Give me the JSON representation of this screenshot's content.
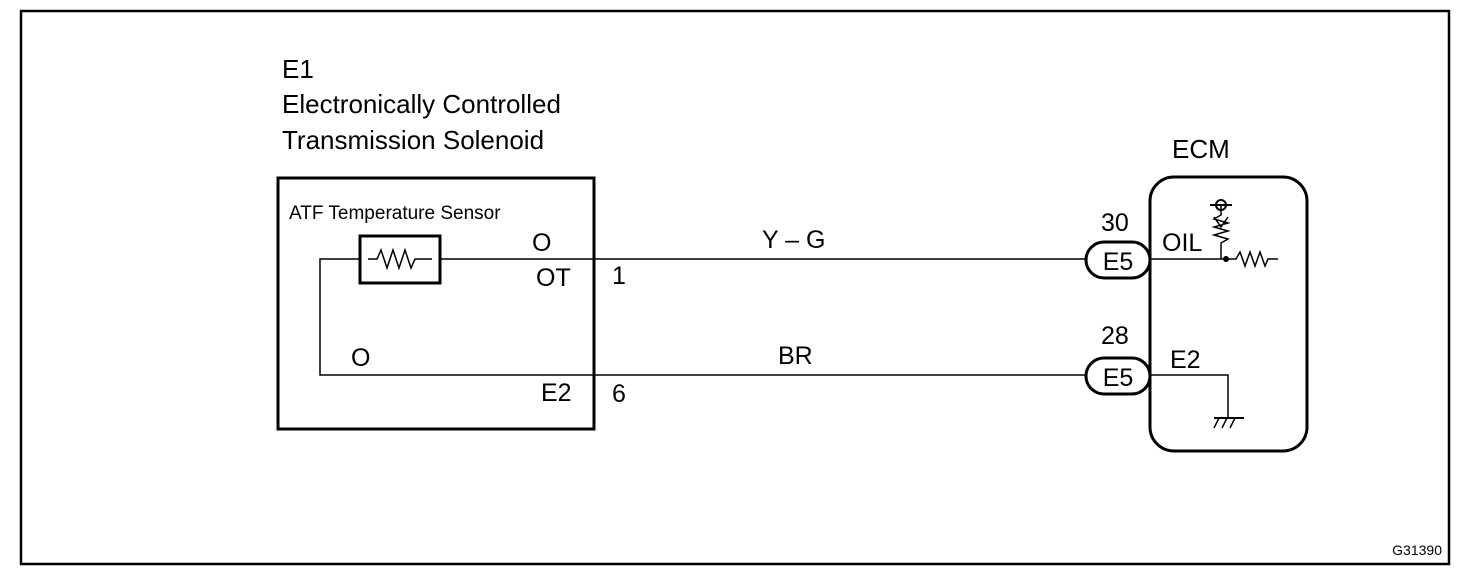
{
  "component": {
    "code": "E1",
    "name_line1": "Electronically Controlled",
    "name_line2": "Transmission Solenoid",
    "sensor_label": "ATF Temperature Sensor",
    "pin_top_marker": "O",
    "pin_top_name": "OT",
    "pin_bottom_marker": "O",
    "pin_bottom_name": "E2",
    "pin_top_number": "1",
    "pin_bottom_number": "6"
  },
  "wires": {
    "top_color": "Y – G",
    "bottom_color": "BR"
  },
  "ecm": {
    "label": "ECM",
    "connector_top_pin": "30",
    "connector_top_code": "E5",
    "connector_bottom_pin": "28",
    "connector_bottom_code": "E5",
    "terminal_top": "OIL",
    "terminal_bottom": "E2"
  },
  "figure_id": "G31390"
}
